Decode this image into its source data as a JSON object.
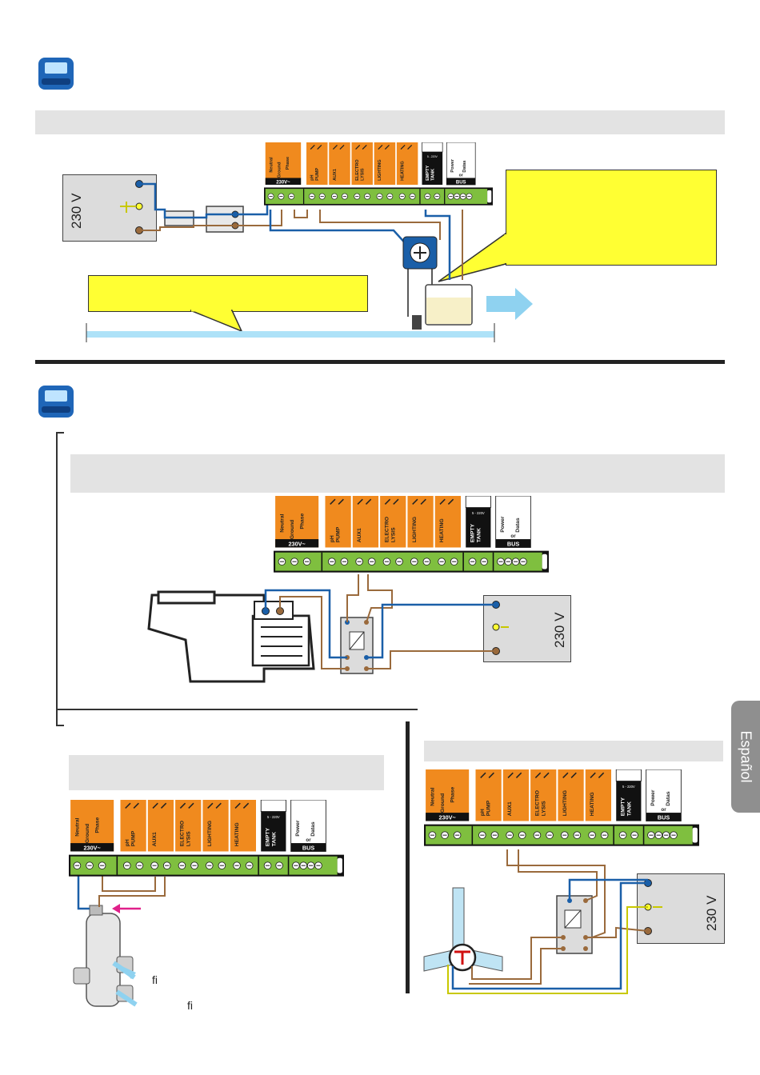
{
  "terminal_labels": {
    "power": [
      "Neutral",
      "Ground",
      "Phase"
    ],
    "power_mark": "230V~",
    "relays": [
      "pH\nPUMP",
      "AUX1",
      "ELECTRO\nLYSIS",
      "LIGHTING",
      "HEATING"
    ],
    "empty_tank": "EMPTY\nTANK",
    "empty_tank_voltage": "5 - 220V",
    "bus": [
      "Power",
      "Datas"
    ],
    "bus_or": "or",
    "bus_mark": "BUS"
  },
  "voltage_label": "230 V",
  "language_tab": "Español",
  "glyph_mark": "ﬁ",
  "colors": {
    "terminal_green": "#7fbf3f",
    "relay_orange": "#f08a1e",
    "wire_blue": "#1a5fa8",
    "wire_brown": "#9a6a3c",
    "callout_yellow": "#ffff33",
    "arrow_lightblue": "#8fd2f0",
    "band_grey": "#e3e3e3",
    "tab_grey": "#8f8f8f"
  },
  "icons": [
    "device-icon",
    "pump-icon",
    "relay-icon",
    "valve-icon",
    "arrow-icon"
  ]
}
